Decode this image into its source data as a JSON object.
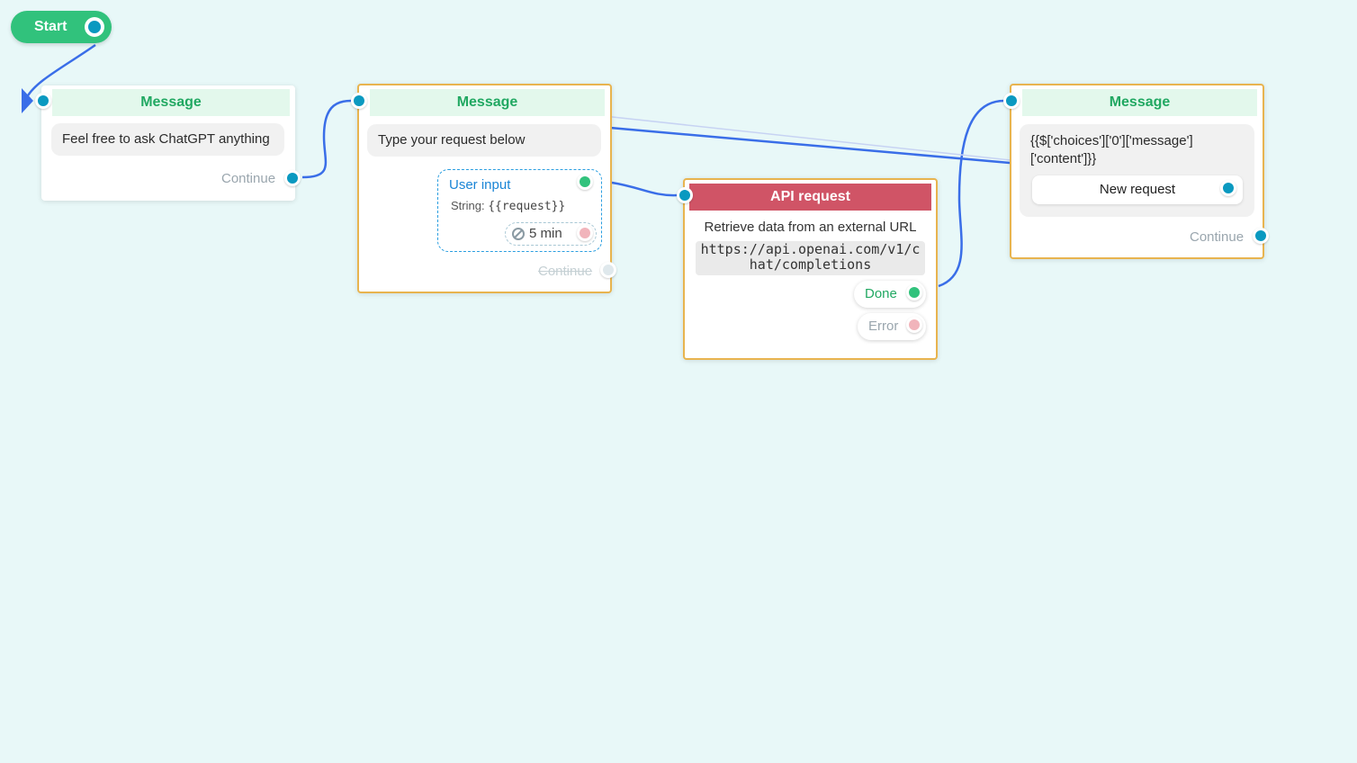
{
  "start": {
    "label": "Start"
  },
  "nodes": {
    "welcome": {
      "title": "Message",
      "text": "Feel free to ask ChatGPT anything",
      "continue": "Continue"
    },
    "ask": {
      "title": "Message",
      "text": "Type your request below",
      "user_input": {
        "label": "User input",
        "type_label": "String:",
        "variable": "{{request}}",
        "timeout": "5 min"
      },
      "continue": "Continue"
    },
    "api": {
      "title": "API request",
      "description": "Retrieve data from an external URL",
      "url_line1": "https://api.openai.com/v1/c",
      "url_line2": "hat/completions",
      "done": "Done",
      "error": "Error"
    },
    "reply": {
      "title": "Message",
      "text_line1": "{{$['choices']['0']['message']",
      "text_line2": "['content']}}",
      "choice": "New request",
      "continue": "Continue"
    }
  },
  "colors": {
    "canvas": "#e8f8f8",
    "wire": "#3a6ee8",
    "port": "#0a99c0",
    "header_green": "#21a862",
    "api_header": "#d05466",
    "selected_border": "#e8b44f"
  }
}
